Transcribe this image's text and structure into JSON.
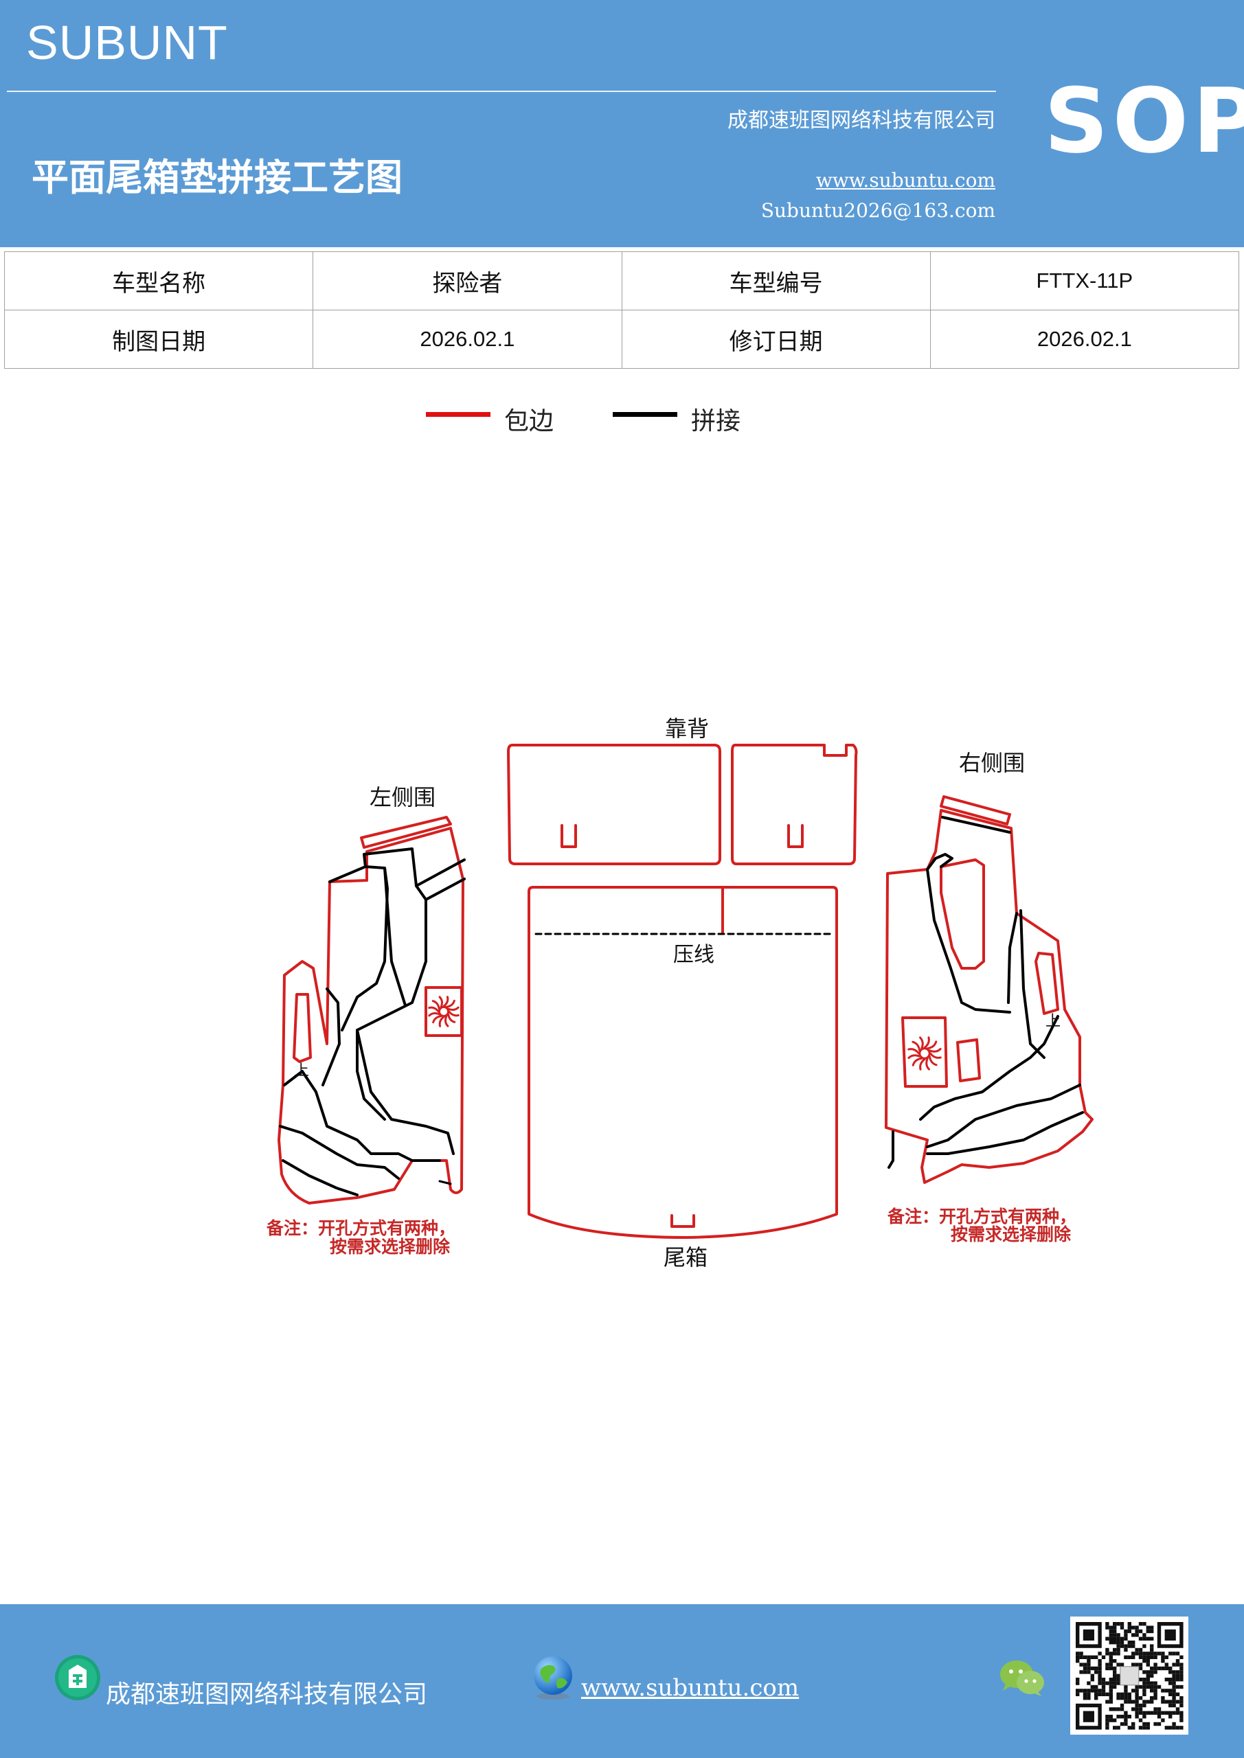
{
  "header": {
    "brand": "SUBUNT",
    "company": "成都速班图网络科技有限公司",
    "title": "平面尾箱垫拼接工艺图",
    "website": "www.subuntu.com",
    "email": "Subuntu2026@163.com",
    "badge": "SOP"
  },
  "info_table": {
    "rows": [
      [
        "车型名称",
        "探险者",
        "车型编号",
        "FTTX-11P"
      ],
      [
        "制图日期",
        "2026.02.1",
        "修订日期",
        "2026.02.1"
      ]
    ]
  },
  "legend": {
    "items": [
      {
        "label": "包边",
        "color": "#e01010"
      },
      {
        "label": "拼接",
        "color": "#000000"
      }
    ]
  },
  "diagram": {
    "labels": {
      "backrest": "靠背",
      "left_side": "左侧围",
      "right_side": "右侧围",
      "press_line": "压线",
      "trunk": "尾箱",
      "left_mark": "上",
      "right_mark": "上"
    },
    "notes": {
      "left_line1": "备注：开孔方式有两种，",
      "left_line2": "按需求选择删除",
      "right_line1": "备注：开孔方式有两种，",
      "right_line2": "按需求选择删除"
    },
    "colors": {
      "edge": "#d42020",
      "splice": "#000000",
      "note": "#c62828"
    }
  },
  "footer": {
    "company": "成都速班图网络科技有限公司",
    "website": "www.subuntu.com",
    "icons": [
      "building-icon",
      "globe-icon",
      "wechat-icon",
      "qr-code"
    ]
  }
}
